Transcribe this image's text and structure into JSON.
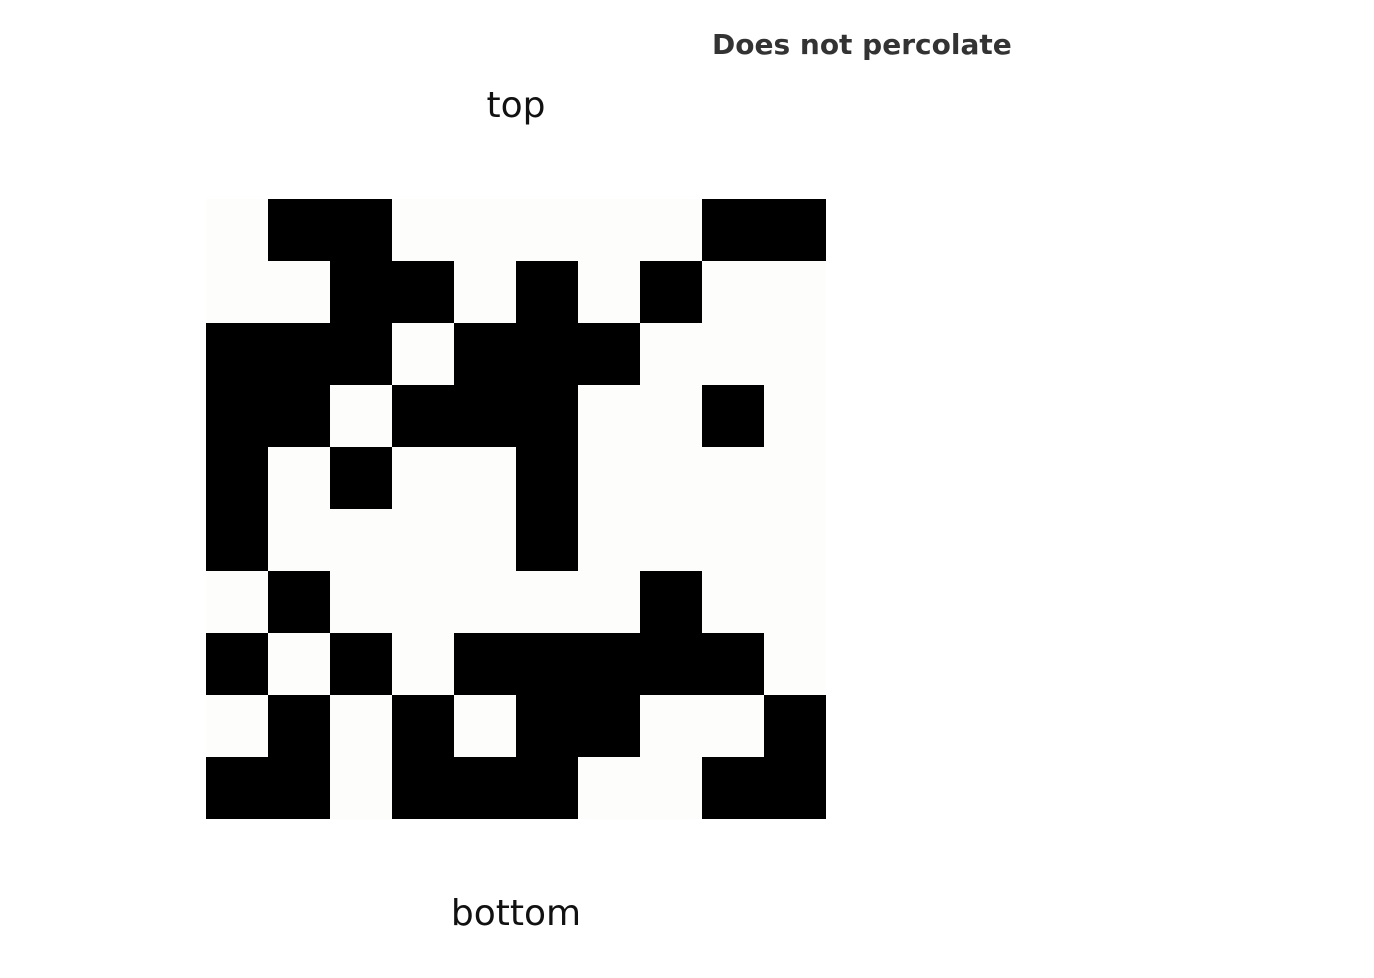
{
  "status": {
    "title": "Does not percolate"
  },
  "labels": {
    "top": "top",
    "bottom": "bottom"
  },
  "colors": {
    "blocked": "#000000",
    "open": "#fdfdfb"
  },
  "grid": {
    "rows": 10,
    "cols": 10,
    "legend": "1 = black cell, 0 = white cell",
    "cells": [
      [
        0,
        1,
        1,
        0,
        0,
        0,
        0,
        0,
        1,
        1
      ],
      [
        0,
        0,
        1,
        1,
        0,
        1,
        0,
        1,
        0,
        0
      ],
      [
        1,
        1,
        1,
        0,
        1,
        1,
        1,
        0,
        0,
        0
      ],
      [
        1,
        1,
        0,
        1,
        1,
        1,
        0,
        0,
        1,
        0
      ],
      [
        1,
        0,
        1,
        0,
        0,
        1,
        0,
        0,
        0,
        0
      ],
      [
        1,
        0,
        0,
        0,
        0,
        1,
        0,
        0,
        0,
        0
      ],
      [
        0,
        1,
        0,
        0,
        0,
        0,
        0,
        1,
        0,
        0
      ],
      [
        1,
        0,
        1,
        0,
        1,
        1,
        1,
        1,
        1,
        0
      ],
      [
        0,
        1,
        0,
        1,
        0,
        1,
        1,
        0,
        0,
        1
      ],
      [
        1,
        1,
        0,
        1,
        1,
        1,
        0,
        0,
        1,
        1
      ]
    ]
  }
}
